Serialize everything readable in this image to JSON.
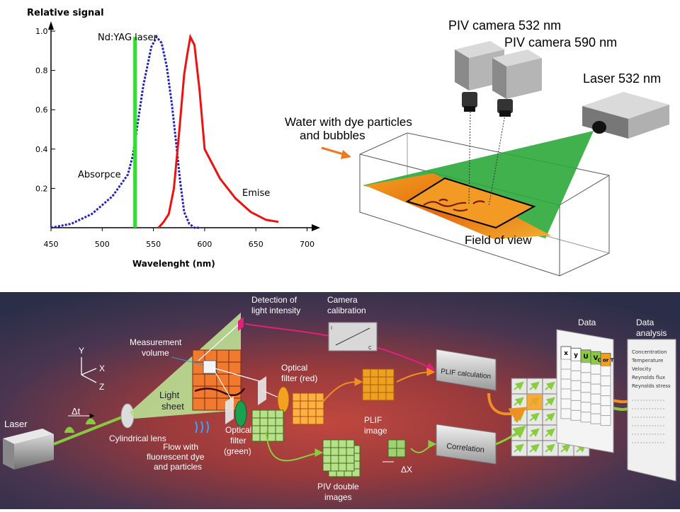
{
  "spectrum_chart": {
    "ylabel": "Relative signal",
    "xlabel": "Wavelenght (nm)",
    "y_ticks": [
      "1.0",
      "0.8",
      "0.6",
      "0.4",
      "0.2"
    ],
    "x_ticks": [
      "450",
      "500",
      "550",
      "600",
      "650",
      "700"
    ],
    "laser_label": "Nd:YAG laser",
    "absorption_label": "Absorpce",
    "emission_label": "Emise",
    "colors": {
      "laser": "#33dd33",
      "absorption": "#2222bb",
      "emission": "#ee1111"
    }
  },
  "chart_data": {
    "type": "line",
    "xlabel": "Wavelenght (nm)",
    "ylabel": "Relative signal",
    "xlim": [
      450,
      710
    ],
    "ylim": [
      0,
      1.0
    ],
    "series": [
      {
        "name": "Absorpce",
        "style": "dotted",
        "color": "#2222bb",
        "x": [
          450,
          470,
          490,
          510,
          525,
          530,
          540,
          548,
          553,
          558,
          563,
          568,
          572,
          576,
          580,
          585,
          590,
          595
        ],
        "y": [
          0.0,
          0.02,
          0.07,
          0.16,
          0.27,
          0.37,
          0.72,
          0.92,
          0.97,
          0.94,
          0.82,
          0.63,
          0.44,
          0.24,
          0.08,
          0.02,
          0.0,
          0.0
        ]
      },
      {
        "name": "Emise",
        "style": "solid",
        "color": "#ee1111",
        "x": [
          555,
          560,
          565,
          570,
          575,
          580,
          583,
          586,
          590,
          595,
          600,
          615,
          630,
          645,
          660,
          672
        ],
        "y": [
          0.0,
          0.03,
          0.07,
          0.2,
          0.48,
          0.78,
          0.88,
          0.97,
          0.93,
          0.7,
          0.4,
          0.25,
          0.15,
          0.08,
          0.04,
          0.03
        ]
      },
      {
        "name": "Nd:YAG laser",
        "style": "vertical",
        "color": "#33dd33",
        "x": [
          532,
          532
        ],
        "y": [
          0.0,
          0.97
        ]
      }
    ]
  },
  "setup": {
    "camera1_label": "PIV camera 532 nm",
    "camera2_label": "PIV camera 590 nm",
    "laser_label": "Laser 532 nm",
    "water_label_line1": "Water with dye particles",
    "water_label_line2": "and bubbles",
    "fov_label": "Field of view"
  },
  "flow": {
    "laser": "Laser",
    "delta_t": "Δt",
    "cyl_lens": "Cylindrical lens",
    "light_sheet_1": "Light",
    "light_sheet_2": "sheet",
    "meas_vol_1": "Measurement",
    "meas_vol_2": "volume",
    "axis_y": "Y",
    "axis_x": "X",
    "axis_z": "Z",
    "flow_1": "Flow with",
    "flow_2": "fluorescent dye",
    "flow_3": "and particles",
    "filter_green_1": "Optical",
    "filter_green_2": "filter",
    "filter_green_3": "(green)",
    "filter_red_1": "Optical",
    "filter_red_2": "filter (red)",
    "detect_1": "Detection of",
    "detect_2": "light intensity",
    "cam_cal_1": "Camera",
    "cam_cal_2": "calibration",
    "cal_i": "I",
    "cal_c": "C",
    "plif_img_1": "PLIF",
    "plif_img_2": "image",
    "piv_img_1": "PIV double",
    "piv_img_2": "images",
    "delta_x": "ΔX",
    "plif_calc": "PLIF calculation",
    "correlation": "Correlation",
    "data": "Data",
    "data_analysis_1": "Data",
    "data_analysis_2": "analysis",
    "table_headers": [
      "x",
      "y",
      "U",
      "V",
      "C or T"
    ],
    "analysis_items": [
      "Concentration",
      "Temperature",
      "Velocity",
      "Reynolds flux",
      "Reynolds stress"
    ]
  }
}
